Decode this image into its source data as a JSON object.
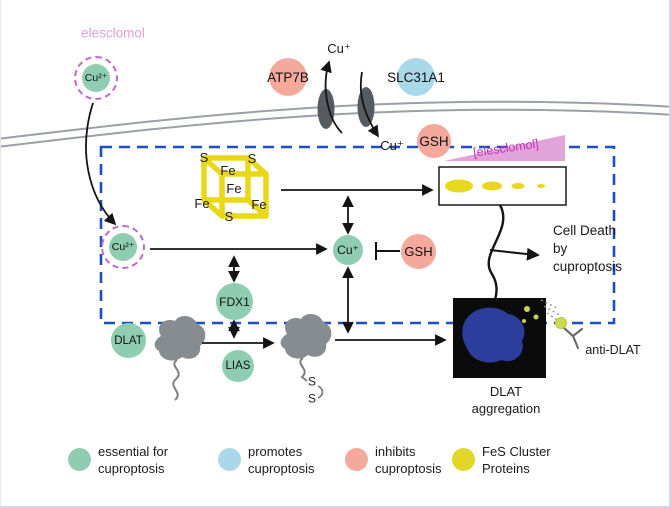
{
  "top": {
    "elesclomol": "elesclomol",
    "cu2_extracellular": "Cu²⁺",
    "cu_export": "Cu⁺",
    "atp7b": "ATP7B",
    "slc31a1": "SLC31A1",
    "cu_import": "Cu⁺",
    "gsh_membrane": "GSH"
  },
  "mito": {
    "cu2": "Cu²⁺",
    "cu1": "Cu⁺",
    "gsh": "GSH",
    "fdx1": "FDX1",
    "elesclomol_gradient": "[elesclomol]"
  },
  "fes_cube": {
    "labels": [
      "S",
      "Fe",
      "S",
      "Fe",
      "Fe",
      "S",
      "Fe"
    ]
  },
  "dlat": {
    "label": "DLAT",
    "lias": "LIAS",
    "s_top": "S",
    "s_bottom": "S",
    "aggregation_line1": "DLAT",
    "aggregation_line2": "aggregation",
    "anti_dlat": "anti-DLAT"
  },
  "cell_death": {
    "line1": "Cell Death",
    "line2": "by",
    "line3": "cuproptosis"
  },
  "legend": [
    {
      "swatch": "#8fcdb2",
      "line1": "essential for",
      "line2": "cuproptosis"
    },
    {
      "swatch": "#a9d9e9",
      "line1": "promotes",
      "line2": "cuproptosis"
    },
    {
      "swatch": "#f4a99c",
      "line1": "inhibits",
      "line2": "cuproptosis"
    },
    {
      "swatch": "#e3d629",
      "line1": "FeS Cluster",
      "line2": "Proteins"
    }
  ],
  "colors": {
    "essential_teal": "#8fcdb2",
    "promotes_blue": "#a9d9e9",
    "inhibits_salmon": "#f4a99c",
    "fes_yellow": "#e3d629",
    "cube_yellow": "#e8d816",
    "elesclomol_pink": "#e0a0dc",
    "gradient_magenta": "#c42fb5",
    "ramp_pink": "#e2a3da",
    "dashed_box_blue": "#1d4fc0",
    "membrane_gray": "#9aa0a6",
    "protein_gray": "#878c90",
    "aggregate_blue": "#2c3e9c",
    "panel_black": "#0b0b0b"
  }
}
